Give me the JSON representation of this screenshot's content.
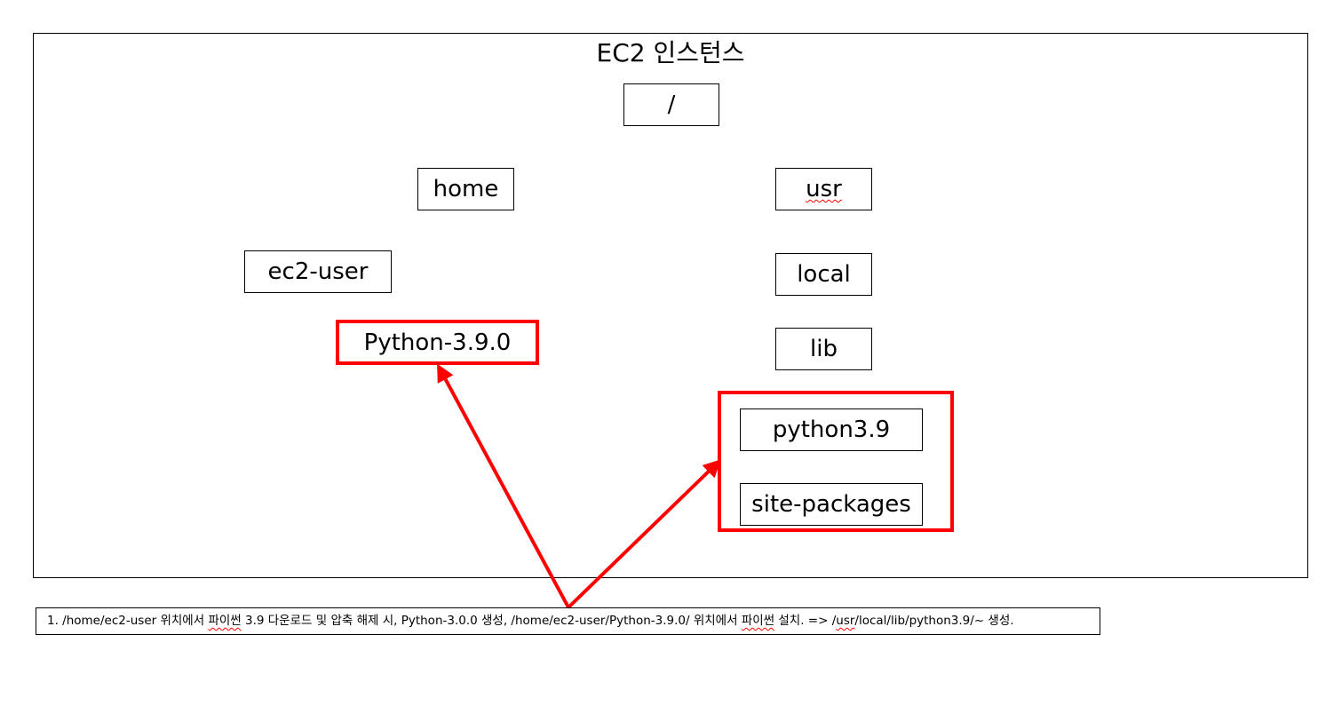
{
  "diagram": {
    "title": "EC2 인스턴스",
    "nodes": {
      "root": "/",
      "home": "home",
      "usr": "usr",
      "ec2_user": "ec2-user",
      "local": "local",
      "python_src": "Python-3.9.0",
      "lib": "lib",
      "python39": "python3.9",
      "site_packages": "site-packages"
    },
    "highlight_color": "#ff0000"
  },
  "note": {
    "p1": "1. /home/ec2-user 위치에서 ",
    "w1": "파이썬",
    "p2": " 3.9 다운로드 및 압축 해제 시, Python-3.0.0 생성, /home/ec2-user/Python-3.9.0/ 위치에서 ",
    "w2": "파이썬",
    "p3": " 설치. => /",
    "w3": "usr",
    "p4": "/local/lib/python3.9/~ 생성."
  }
}
